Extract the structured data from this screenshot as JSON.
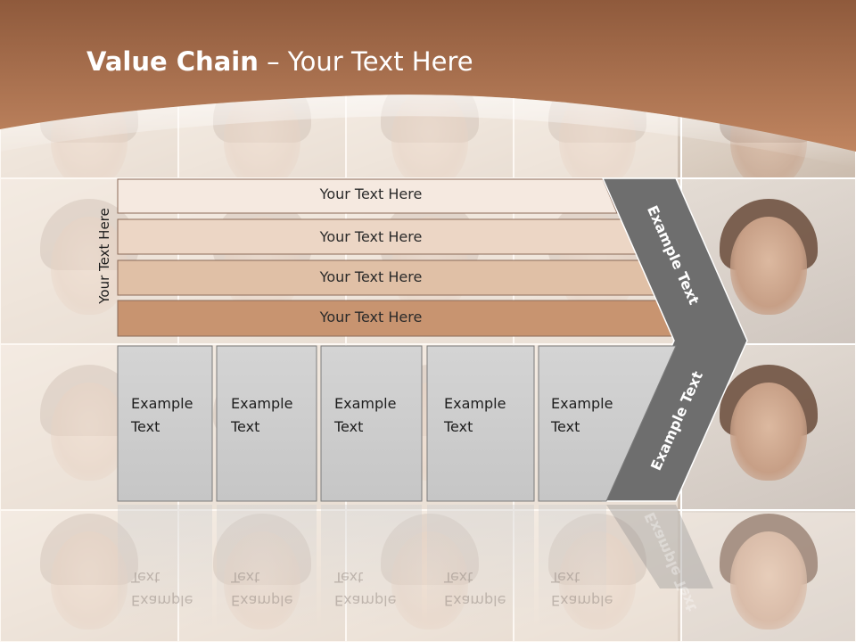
{
  "slide": {
    "title_bold": "Value Chain",
    "title_rest": " – Your Text Here",
    "side_label": "Your Text Here",
    "bands": [
      "Your Text Here",
      "Your Text Here",
      "Your Text Here",
      "Your Text Here"
    ],
    "boxes": [
      {
        "line1": "Example",
        "line2": "Text"
      },
      {
        "line1": "Example",
        "line2": "Text"
      },
      {
        "line1": "Example",
        "line2": "Text"
      },
      {
        "line1": "Example",
        "line2": "Text"
      },
      {
        "line1": "Example",
        "line2": "Text"
      }
    ],
    "arrow_upper": "Example Text",
    "arrow_lower": "Example Text"
  },
  "colors": {
    "header": "#b07454",
    "band1": "#f5e9e0",
    "band2": "#ecd6c5",
    "band3": "#e0c0a6",
    "band4": "#c89470",
    "box": "#cfcfcf",
    "arrow": "#6e6e6e"
  }
}
